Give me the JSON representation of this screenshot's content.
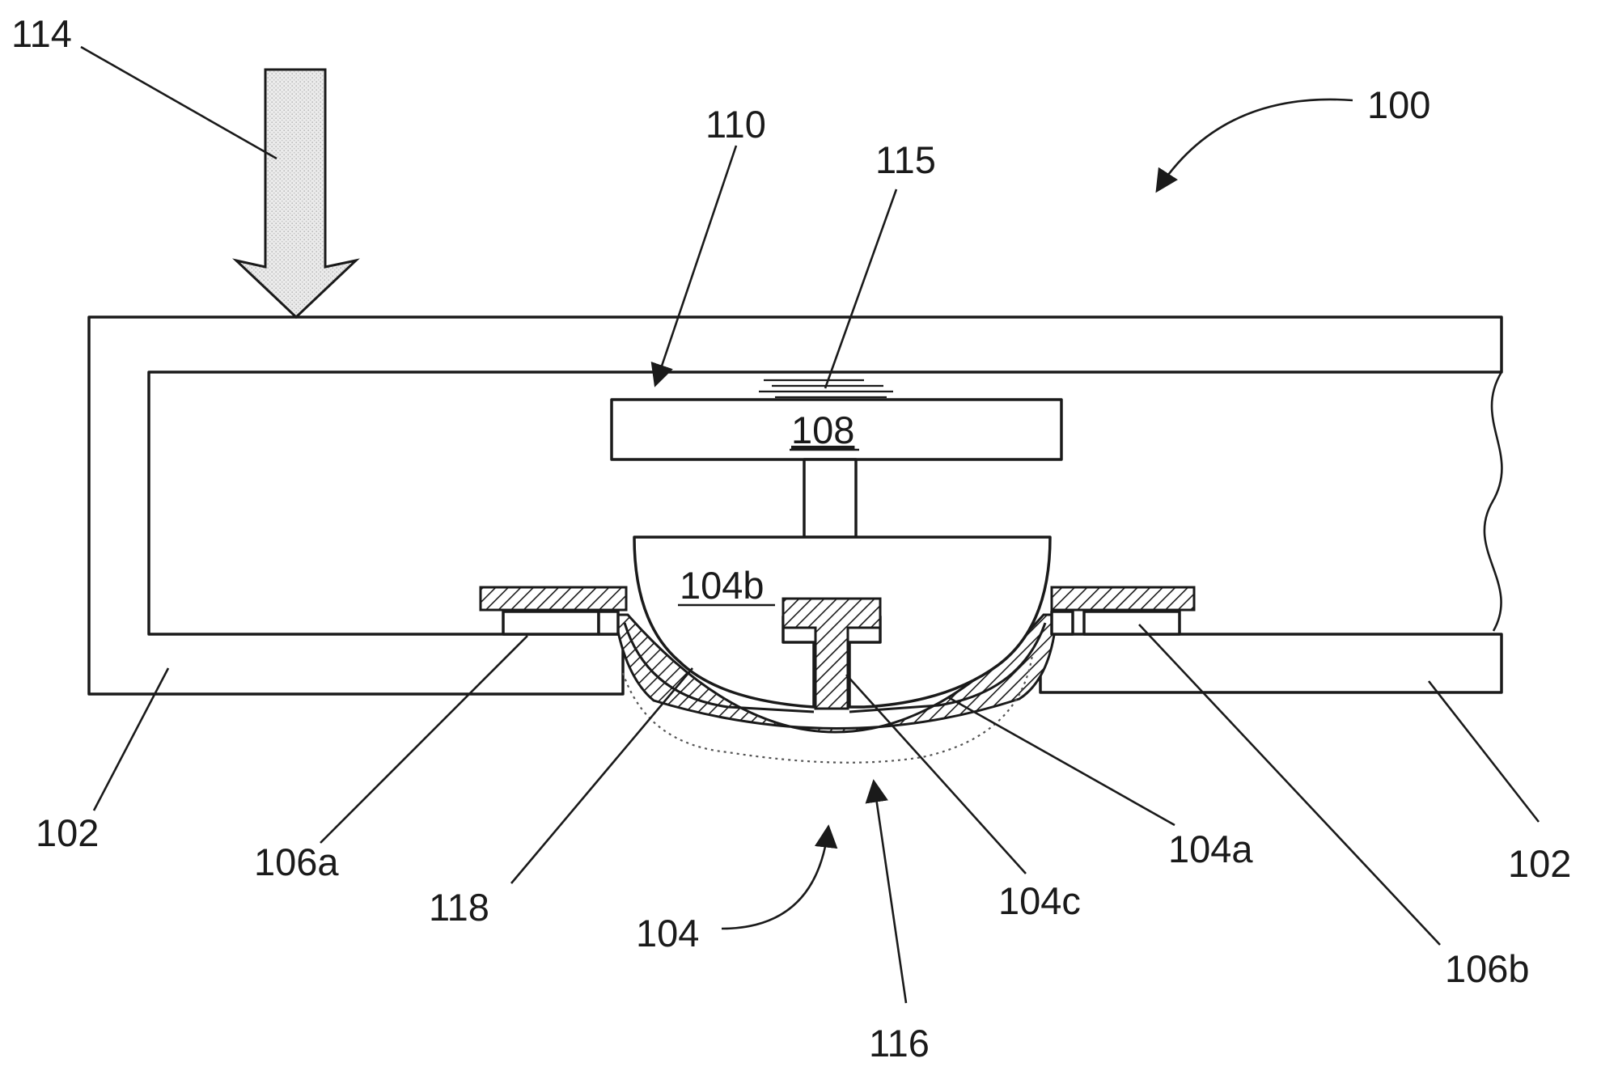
{
  "figure": {
    "reference_labels": {
      "device": "100",
      "housing_left": "102",
      "housing_right": "102",
      "switch_assembly": "104",
      "dome_outer_layer": "104a",
      "dome_body": "104b",
      "dome_stem": "104c",
      "contact_left": "106a",
      "contact_right": "106b",
      "plunger": "108",
      "gap": "110",
      "force_arrow": "114",
      "surface_texture": "115",
      "external_arrow": "116",
      "inner_layer": "118"
    },
    "underlined_labels": [
      "104b",
      "108"
    ],
    "colors": {
      "line": "#1a1a1a",
      "arrow_fill": "#e6e6e6",
      "background": "#ffffff"
    }
  }
}
